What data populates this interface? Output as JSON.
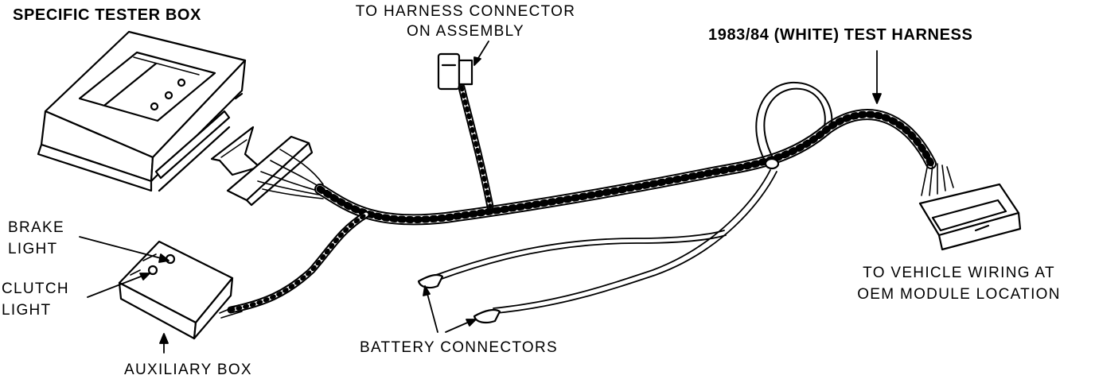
{
  "labels": {
    "specific_tester_box": "SPECIFIC TESTER BOX",
    "to_harness_connector_line1": "TO HARNESS CONNECTOR",
    "to_harness_connector_line2": "ON ASSEMBLY",
    "test_harness": "1983/84 (WHITE) TEST HARNESS",
    "brake_light_line1": "BRAKE",
    "brake_light_line2": "LIGHT",
    "clutch_light_line1": "CLUTCH",
    "clutch_light_line2": "LIGHT",
    "to_vehicle_wiring_line1": "TO VEHICLE WIRING AT",
    "to_vehicle_wiring_line2": "OEM MODULE LOCATION",
    "battery_connectors": "BATTERY CONNECTORS",
    "auxiliary_box": "AUXILIARY BOX"
  },
  "colors": {
    "ink": "#000000",
    "paper": "#ffffff"
  }
}
